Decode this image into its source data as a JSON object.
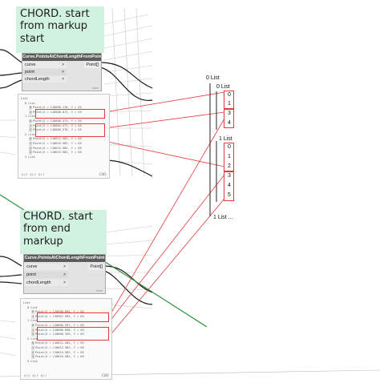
{
  "group_top": {
    "title_line1": "CHORD. start",
    "title_line2": "from markup",
    "title_line3": "start"
  },
  "group_bottom": {
    "title_line1": "CHORD. start",
    "title_line2": "from end",
    "title_line3": "markup"
  },
  "node_top": {
    "name": "Curve.PointsAtChordLengthFromPoint",
    "inputs": [
      "curve",
      "point",
      "chordLength"
    ],
    "output": "Point[]",
    "mini": "AUTO"
  },
  "node_bottom": {
    "name": "Curve.PointsAtChordLengthFromPoint",
    "inputs": [
      "curve",
      "point",
      "chordLength"
    ],
    "output": "Point[]",
    "mini": "AUTO"
  },
  "preview_top": {
    "lines": [
      {
        "indent": 0,
        "idx": "",
        "text": "List"
      },
      {
        "indent": 1,
        "idx": "",
        "text": "0 List"
      },
      {
        "indent": 2,
        "idx": "0",
        "text": "Point(X = 110509.116, Y = 65"
      },
      {
        "indent": 2,
        "idx": "1",
        "text": "Point(X = 110508.817, Y = 65"
      },
      {
        "indent": 1,
        "idx": "",
        "text": "1 List"
      },
      {
        "indent": 2,
        "idx": "0",
        "text": "Point(X = 110606.372, Y = 65"
      },
      {
        "indent": 2,
        "idx": "1",
        "text": "Point(X = 110604.471, Y = 65"
      },
      {
        "indent": 2,
        "idx": "2",
        "text": "Point(X = 110605.578, Y = 65"
      },
      {
        "indent": 1,
        "idx": "",
        "text": "2 List"
      },
      {
        "indent": 2,
        "idx": "0",
        "text": "Point(X = 110612.582, Y = 65"
      },
      {
        "indent": 2,
        "idx": "1",
        "text": "Point(X = 110616.582, Y = 65"
      },
      {
        "indent": 2,
        "idx": "2",
        "text": "Point(X = 110614.582, Y = 65"
      },
      {
        "indent": 2,
        "idx": "3",
        "text": "Point(X = 110615.582, Y = 65"
      },
      {
        "indent": 1,
        "idx": "",
        "text": "3 List"
      }
    ],
    "footer": "@L3 @L2 @L1",
    "count": "{14}"
  },
  "preview_bottom": {
    "lines": [
      {
        "indent": 0,
        "idx": "",
        "text": "List"
      },
      {
        "indent": 1,
        "idx": "",
        "text": "0 List"
      },
      {
        "indent": 2,
        "idx": "0",
        "text": "Point(X = 110508.894, Y = 65"
      },
      {
        "indent": 2,
        "idx": "1",
        "text": "Point(X = 110507.993, Y = 65"
      },
      {
        "indent": 1,
        "idx": "",
        "text": "1 List"
      },
      {
        "indent": 2,
        "idx": "0",
        "text": "Point(X = 110606.557, Y = 65"
      },
      {
        "indent": 2,
        "idx": "1",
        "text": "Point(X = 110606.698, Y = 65"
      },
      {
        "indent": 2,
        "idx": "2",
        "text": "Point(X = 110606.349, Y = 65"
      },
      {
        "indent": 1,
        "idx": "",
        "text": "2 List"
      },
      {
        "indent": 2,
        "idx": "0",
        "text": "Point(X = 110612.582, Y = 65"
      },
      {
        "indent": 2,
        "idx": "1",
        "text": "Point(X = 110613.582, Y = 65"
      },
      {
        "indent": 2,
        "idx": "2",
        "text": "Point(X = 110614.582, Y = 65"
      },
      {
        "indent": 2,
        "idx": "3",
        "text": "Point(X = 110615.582, Y = 65"
      },
      {
        "indent": 1,
        "idx": "",
        "text": "3 List"
      }
    ],
    "footer": "@L3 @L2 @L1",
    "count": "{14}"
  },
  "diagram": {
    "root_label": "0 List",
    "sub0_label": "0 List",
    "sub0_items": [
      "0",
      "1",
      "3",
      "4"
    ],
    "sub1_label": "1 List",
    "sub1_items": [
      "0",
      "1",
      "2",
      "3",
      "4",
      "5"
    ],
    "sub2_label": "1 List ..."
  },
  "colors": {
    "group_fill": "#d2f2e1",
    "highlight": "#e23a3a",
    "diagonal": "#1f8a2e"
  }
}
